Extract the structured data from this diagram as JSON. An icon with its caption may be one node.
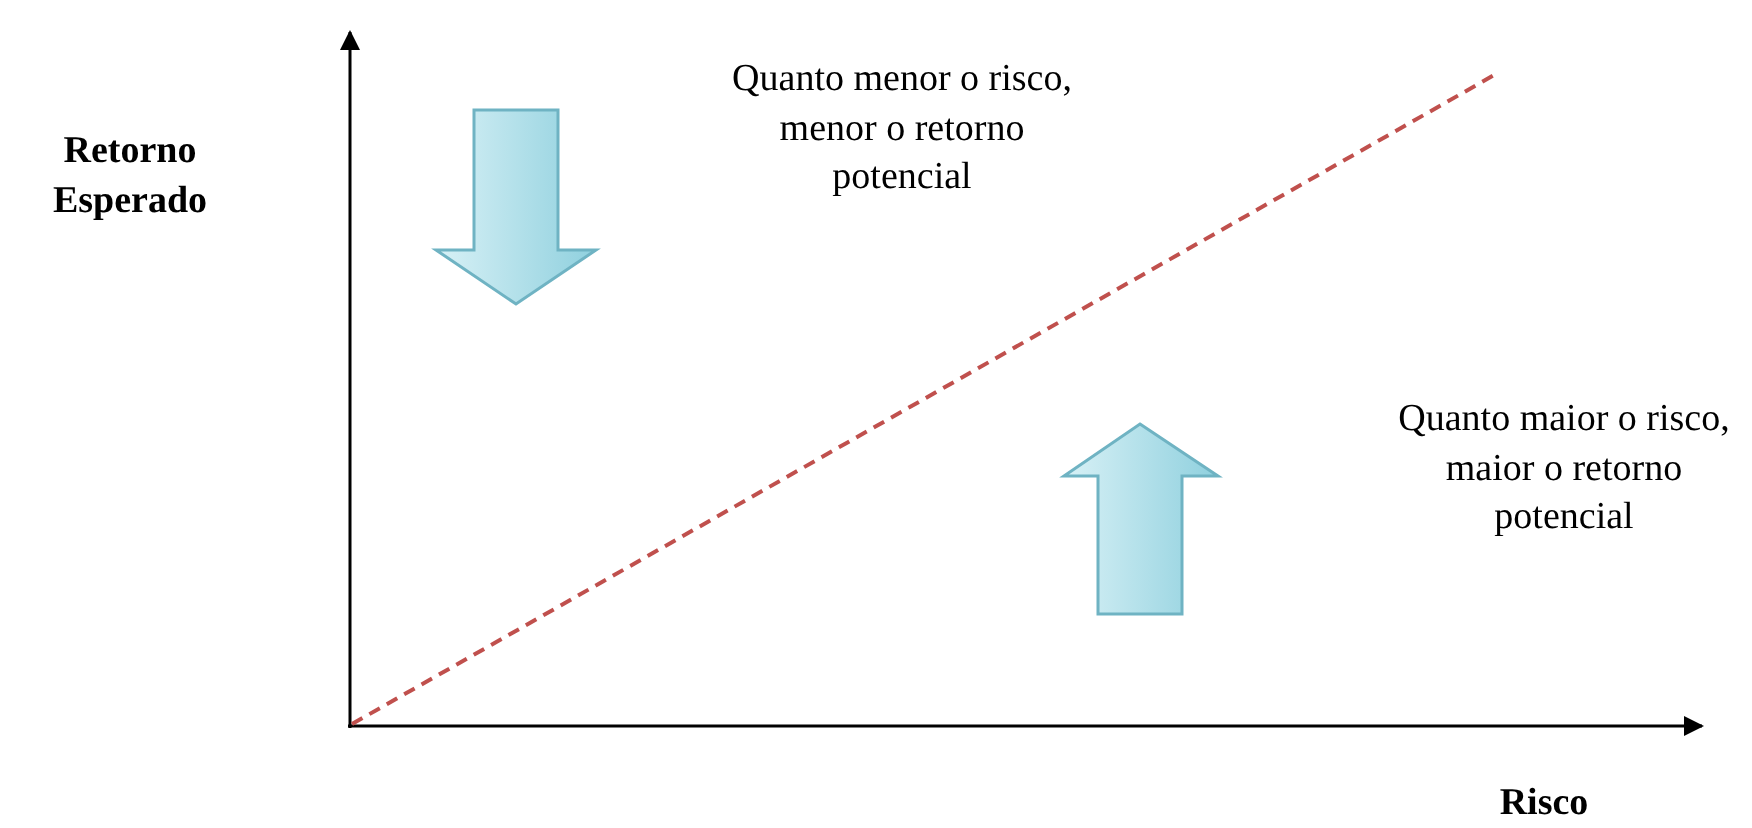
{
  "diagram": {
    "labels": [
      "Quanto menor o risco, menor o retorno potencial",
      "Retorno Esperado",
      "Quanto maior o risco, maior o retorno potencial",
      "Risco"
    ]
  }
}
